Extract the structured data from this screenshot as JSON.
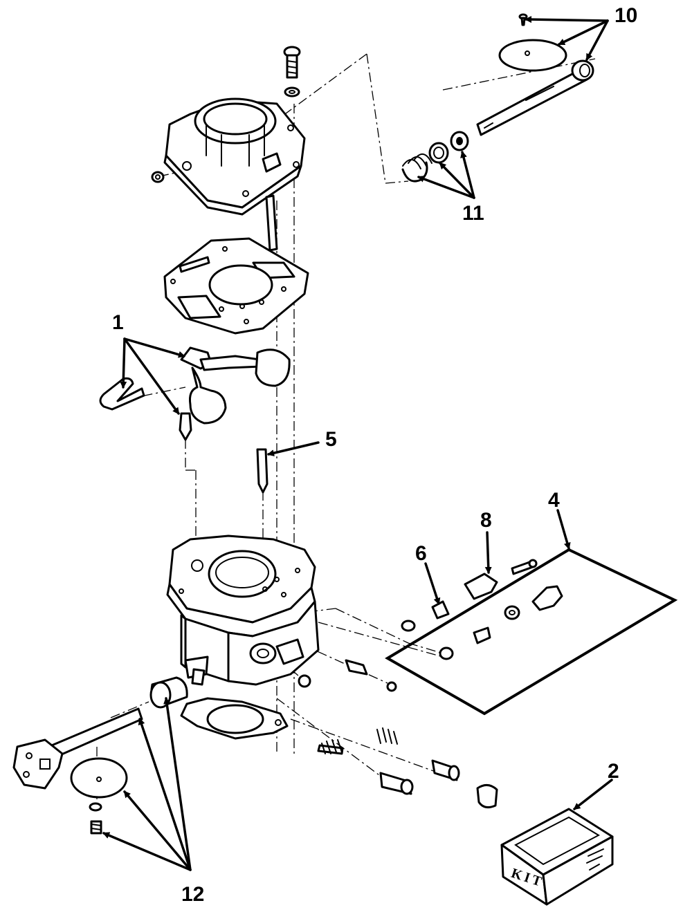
{
  "diagram": {
    "callouts": {
      "c1": "1",
      "c2": "2",
      "c4": "4",
      "c5": "5",
      "c6": "6",
      "c8": "8",
      "c10": "10",
      "c11": "11",
      "c12": "12"
    },
    "kit_label": "KIT"
  }
}
